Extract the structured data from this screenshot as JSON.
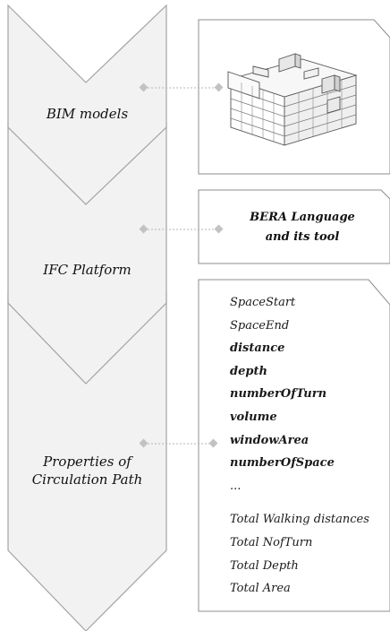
{
  "stages": [
    {
      "label": "BIM models"
    },
    {
      "label": "IFC Platform"
    },
    {
      "label_line1": "Properties of",
      "label_line2": "Circulation Path"
    }
  ],
  "cards": {
    "bim_image": {
      "icon": "building-model-icon"
    },
    "tool": {
      "line1": "BERA Language",
      "line2": "and its tool"
    },
    "properties": {
      "items": [
        {
          "text": "SpaceStart",
          "bold": false
        },
        {
          "text": "SpaceEnd",
          "bold": false
        },
        {
          "text": "distance",
          "bold": true
        },
        {
          "text": "depth",
          "bold": true
        },
        {
          "text": "numberOfTurn",
          "bold": true
        },
        {
          "text": "volume",
          "bold": true
        },
        {
          "text": "windowArea",
          "bold": true
        },
        {
          "text": "numberOfSpace",
          "bold": true
        },
        {
          "text": "...",
          "bold": false
        }
      ],
      "totals": [
        {
          "text": "Total Walking distances"
        },
        {
          "text": "Total NofTurn"
        },
        {
          "text": "Total Depth"
        },
        {
          "text": "Total Area"
        }
      ]
    }
  },
  "colors": {
    "chevron_fill": "#f2f2f2",
    "chevron_stroke": "#a3a3a3",
    "connector": "#b4b4b4"
  }
}
